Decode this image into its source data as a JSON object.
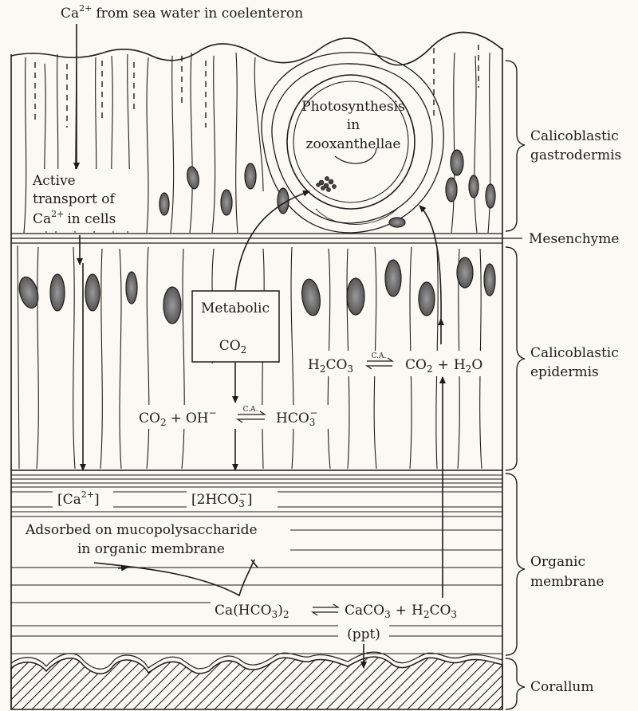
{
  "top_label": {
    "text": "from sea water in coelenteron",
    "ion_base": "Ca",
    "ion_sup": "2+"
  },
  "side_labels": {
    "gastrodermis": [
      "Calicoblastic",
      "gastrodermis"
    ],
    "mesenchyme": "Mesenchyme",
    "epidermis": [
      "Calicoblastic",
      "epidermis"
    ],
    "organic_membrane": [
      "Organic",
      "membrane"
    ],
    "corallum": "Corallum"
  },
  "photosynthesis": [
    "Photosynthesis",
    "in",
    "zooxanthellae"
  ],
  "active_transport": [
    "Active",
    "transport of",
    "in cells"
  ],
  "active_transport_ion": {
    "base": "Ca",
    "sup": "2+"
  },
  "metabolic_box": {
    "line1": "Metabolic",
    "co2_base": "CO",
    "co2_sub": "2"
  },
  "ca_label": "C.A.",
  "reaction_epidermis": {
    "lhs_a": "CO",
    "lhs_a_sub": "2",
    "plus": "+",
    "lhs_b": "OH",
    "lhs_b_sup": "−",
    "rhs": "HCO",
    "rhs_sub": "3",
    "rhs_sup": "−"
  },
  "reaction_right": {
    "lhs_h": "H",
    "lhs_h_sub": "2",
    "lhs_rest": "CO",
    "lhs_rest_sub": "3",
    "rhs_a": "CO",
    "rhs_a_sub": "2",
    "plus": "+",
    "rhs_b": "H",
    "rhs_b_sub": "2",
    "rhs_b_rest": "O"
  },
  "bracket_ca": {
    "base": "[Ca",
    "sup": "2+",
    "close": "]"
  },
  "bracket_hco3": {
    "base": "[2HCO",
    "sub": "3",
    "sup": "−",
    "close": "]"
  },
  "adsorbed": [
    "Adsorbed on mucopolysaccharide",
    "in organic membrane"
  ],
  "reaction_membrane": {
    "lhs": "Ca(HCO",
    "lhs_sub": "3",
    "lhs_close": ")",
    "lhs_close_sub": "2",
    "rhs_a": "CaCO",
    "rhs_a_sub": "3",
    "plus": "+",
    "rhs_b": "H",
    "rhs_b_sub": "2",
    "rhs_b_rest": "CO",
    "rhs_b_rest_sub": "3"
  },
  "ppt": "(ppt)"
}
